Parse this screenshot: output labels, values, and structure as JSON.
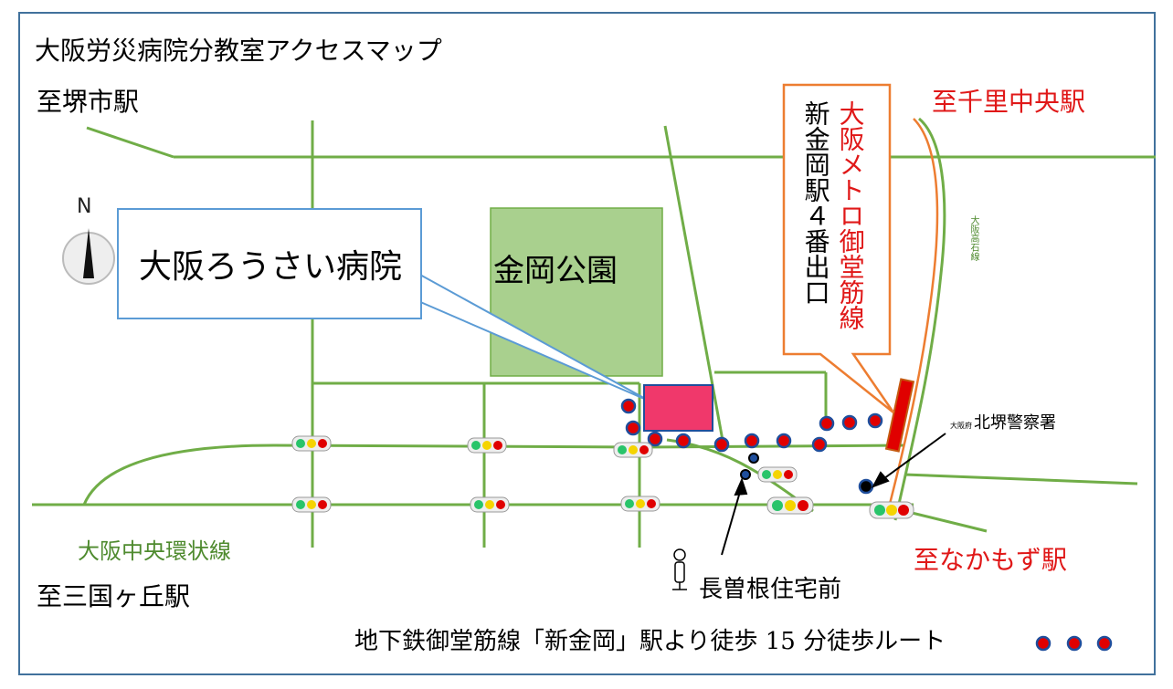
{
  "title": "大阪労災病院分教室アクセスマップ",
  "directions": {
    "sakai": "至堺市駅",
    "senri": "至千里中央駅",
    "nakamozu": "至なかもず駅",
    "mikuni": "至三国ヶ丘駅"
  },
  "lines": {
    "ring": "大阪中央環状線",
    "kouseki": "大阪高石線"
  },
  "places": {
    "hospital": "大阪ろうさい病院",
    "park": "金岡公園",
    "police_prefix": "大阪府",
    "police": "北堺警察署",
    "bus_stop": "長曽根住宅前"
  },
  "station": {
    "name": "新金岡駅４番出口",
    "line": "大阪メトロ御堂筋線"
  },
  "compass": {
    "north": "N",
    "icon": "compass-icon"
  },
  "legend": {
    "text": "地下鉄御堂筋線「新金岡」駅より徒歩 15 分徒歩ルート"
  },
  "colors": {
    "road": "#70ad47",
    "route_dot": "#e00000",
    "route_dot_border": "#1f4e9c",
    "hospital_fill": "#f0386b",
    "park_fill": "#a9d08e",
    "station_callout": "#ed7d31",
    "accent_red": "#e01818"
  }
}
